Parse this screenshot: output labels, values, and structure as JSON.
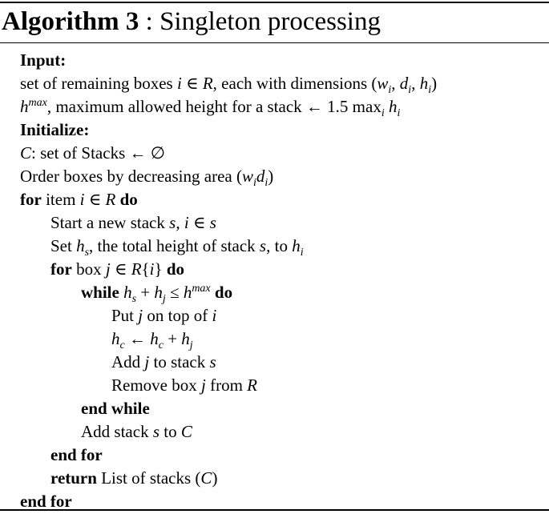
{
  "title": {
    "name": "Algorithm 3",
    "sep": " : ",
    "caption": "Singleton processing"
  },
  "lines": [
    {
      "k": "Input:"
    },
    {
      "t": "set of remaining boxes i ∈ R, each with dimensions (w_i, d_i, h_i)"
    },
    {
      "t": "h^max, maximum allowed height for a stack ← 1.5 max_i h_i"
    },
    {
      "k": "Initialize:"
    },
    {
      "t": "C: set of Stacks ← ∅"
    },
    {
      "t": "Order boxes by decreasing area (w_i d_i)"
    },
    {
      "k": "for",
      "t": "item i ∈ R",
      "k2": "do"
    },
    {
      "t": "Start a new stack s, i ∈ s"
    },
    {
      "t": "Set h_s, the total height of stack s, to h_i"
    },
    {
      "k": "for",
      "t": "box j ∈ R{i}",
      "k2": "do"
    },
    {
      "k": "while",
      "t": "h_s + h_j ≤ h^max",
      "k2": "do"
    },
    {
      "t": "Put j on top of i"
    },
    {
      "t": "h_c ← h_c + h_j"
    },
    {
      "t": "Add j to stack s"
    },
    {
      "t": "Remove box j from R"
    },
    {
      "k": "end while"
    },
    {
      "t": "Add stack s to C"
    },
    {
      "k": "end for"
    },
    {
      "k": "return",
      "t": "List of stacks (C)"
    },
    {
      "k": "end for"
    }
  ]
}
